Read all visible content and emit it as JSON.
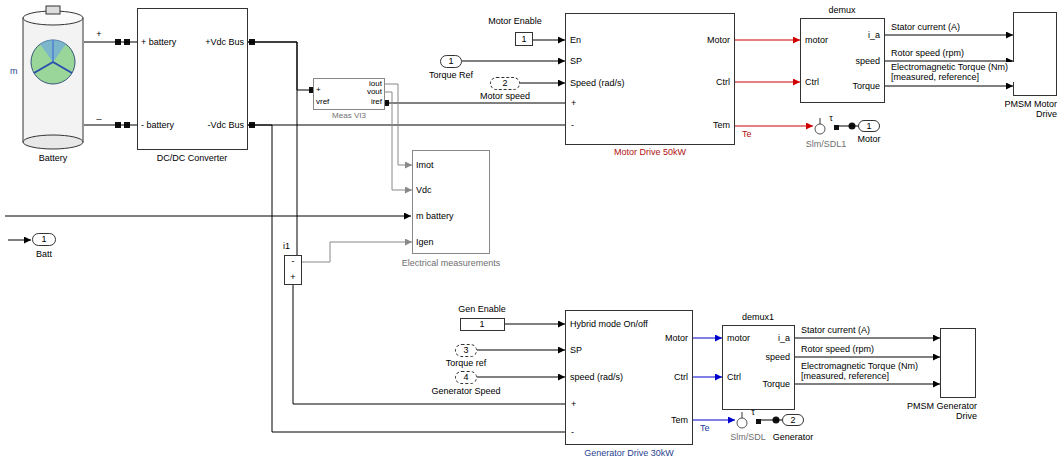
{
  "diagram": {
    "nodes": [
      {
        "text": [
          "Battery"
        ]
      },
      {
        "text": [
          "+ battery",
          "- battery",
          "+Vdc Bus",
          "-Vdc Bus",
          "DC/DC Converter"
        ]
      },
      {
        "text": [
          "+",
          "iout",
          "vout",
          "vref",
          "iref",
          "Meas VI3"
        ]
      },
      {
        "text": [
          "En",
          "SP",
          "Speed (rad/s)",
          "+",
          "-",
          "Motor",
          "Ctrl",
          "Tem",
          "Motor Drive 50kW"
        ]
      },
      {
        "text": [
          "motor",
          "Ctrl",
          "i_a",
          "speed",
          "Torque",
          "demux"
        ]
      },
      {
        "text": [
          "PMSM Motor Drive"
        ]
      },
      {
        "text": [
          "Imot",
          "Vdc",
          "m battery",
          "Igen",
          "Electrical measurements"
        ]
      },
      {
        "text": [
          "-",
          "+",
          "i1"
        ]
      },
      {
        "text": [
          "1",
          "Motor Enable"
        ]
      },
      {
        "text": [
          "1",
          "Torque Ref"
        ]
      },
      {
        "text": [
          "2",
          "Motor speed"
        ]
      },
      {
        "text": [
          "τ",
          "Slm/SDL1"
        ]
      },
      {
        "text": [
          "1",
          "Motor"
        ]
      },
      {
        "text": [
          "1",
          "Batt"
        ]
      },
      {
        "text": [
          "1",
          "Gen Enable"
        ]
      },
      {
        "text": [
          "3",
          "Torque ref"
        ]
      },
      {
        "text": [
          "4",
          "Generator Speed"
        ]
      },
      {
        "text": [
          "Hybrid mode On/off",
          "SP",
          "speed (rad/s)",
          "+",
          "-",
          "Motor",
          "Ctrl",
          "Tem",
          "Generator Drive 30kW"
        ]
      },
      {
        "text": [
          "motor",
          "Ctrl",
          "i_a",
          "speed",
          "Torque",
          "demux1"
        ]
      },
      {
        "text": [
          "PMSM Generator Drive"
        ]
      },
      {
        "text": [
          "τ",
          "Slm/SDL"
        ]
      },
      {
        "text": [
          "2",
          "Generator"
        ]
      }
    ],
    "edges": [
      {
        "from": 0,
        "to": 1,
        "arrow": "none"
      },
      {
        "from": 0,
        "to": 1,
        "arrow": "none"
      },
      {
        "from": 1,
        "to": 2,
        "arrow": "none"
      },
      {
        "from": 1,
        "to": 3,
        "arrow": "none"
      },
      {
        "from": 2,
        "to": 3,
        "arrow": "none"
      },
      {
        "from": 2,
        "to": 6,
        "arrow": "to"
      },
      {
        "from": 2,
        "to": 6,
        "arrow": "to"
      },
      {
        "from": 7,
        "to": 6,
        "arrow": "to"
      },
      {
        "from": 1,
        "to": 7,
        "arrow": "none"
      },
      {
        "from": 1,
        "to": 17,
        "arrow": "none"
      },
      {
        "from": 7,
        "to": 17,
        "arrow": "none"
      },
      {
        "from": 8,
        "to": 3,
        "arrow": "to"
      },
      {
        "from": 9,
        "to": 3,
        "arrow": "to"
      },
      {
        "from": 10,
        "to": 3,
        "arrow": "to"
      },
      {
        "from": 3,
        "to": 4,
        "arrow": "to"
      },
      {
        "from": 3,
        "to": 4,
        "arrow": "to"
      },
      {
        "from": 3,
        "to": 11,
        "arrow": "to",
        "label": "Te"
      },
      {
        "from": 11,
        "to": 12,
        "arrow": "none"
      },
      {
        "from": 4,
        "to": 5,
        "arrow": "to",
        "label": "Stator current (A)"
      },
      {
        "from": 4,
        "to": 5,
        "arrow": "to",
        "label": "Rotor speed (rpm)"
      },
      {
        "from": 4,
        "to": 5,
        "arrow": "to",
        "label": "Electromagnetic Torque (Nm) [measured, reference]"
      },
      {
        "from": 14,
        "to": 17,
        "arrow": "to"
      },
      {
        "from": 15,
        "to": 17,
        "arrow": "to"
      },
      {
        "from": 16,
        "to": 17,
        "arrow": "to"
      },
      {
        "from": 17,
        "to": 18,
        "arrow": "to"
      },
      {
        "from": 17,
        "to": 18,
        "arrow": "to"
      },
      {
        "from": 17,
        "to": 20,
        "arrow": "to",
        "label": "Te"
      },
      {
        "from": 20,
        "to": 21,
        "arrow": "none"
      },
      {
        "from": 18,
        "to": 19,
        "arrow": "to",
        "label": "Stator current (A)"
      },
      {
        "from": 18,
        "to": 19,
        "arrow": "to",
        "label": "Rotor speed (rpm)"
      },
      {
        "from": 18,
        "to": 19,
        "arrow": "to",
        "label": "Electromagnetic Torque (Nm) [measured, reference]"
      }
    ],
    "labels": [
      "m",
      "+",
      "_"
    ]
  }
}
